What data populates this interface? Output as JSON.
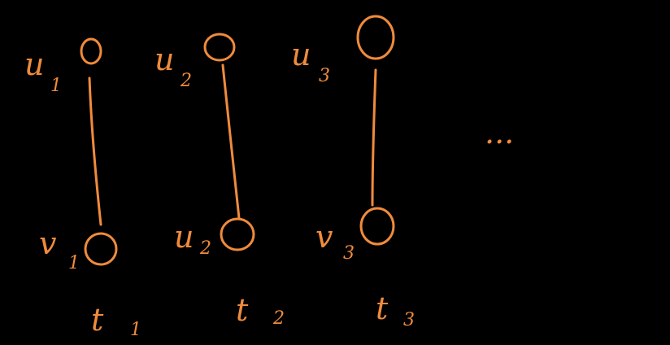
{
  "diagram": {
    "ink_color": "#f08b3c",
    "background": "#000000",
    "pairs": [
      {
        "top": {
          "letter": "u",
          "index": "1"
        },
        "bottom": {
          "letter": "v",
          "index": "1"
        },
        "time": {
          "letter": "t",
          "index": "1"
        }
      },
      {
        "top": {
          "letter": "u",
          "index": "2"
        },
        "bottom": {
          "letter": "u",
          "index": "2"
        },
        "time": {
          "letter": "t",
          "index": "2"
        }
      },
      {
        "top": {
          "letter": "u",
          "index": "3"
        },
        "bottom": {
          "letter": "v",
          "index": "3"
        },
        "time": {
          "letter": "t",
          "index": "3"
        }
      }
    ],
    "continuation": "..."
  }
}
